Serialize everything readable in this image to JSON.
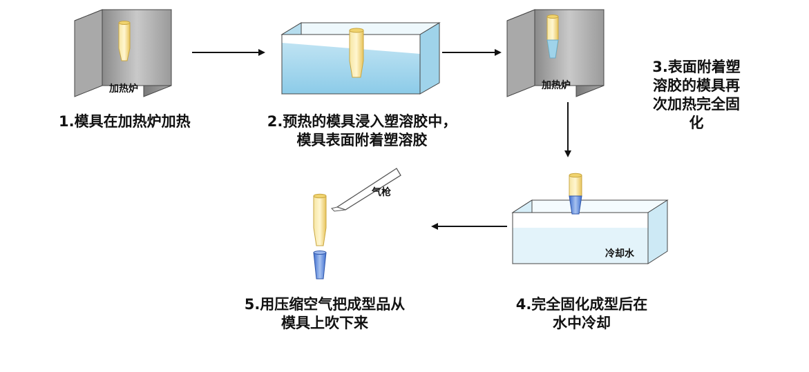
{
  "steps": [
    {
      "lines": [
        "1.模具在加热炉加热"
      ]
    },
    {
      "lines": [
        "2.预热的模具浸入塑溶胶中，",
        "模具表面附着塑溶胶"
      ]
    },
    {
      "lines": [
        "3.表面附着塑",
        "溶胶的模具再",
        "次加热完全固",
        "化"
      ]
    },
    {
      "lines": [
        "4.完全固化成型后在",
        "水中冷却"
      ]
    },
    {
      "lines": [
        "5.用压缩空气把成型品从",
        "模具上吹下来"
      ]
    }
  ],
  "box_labels": {
    "oven1": "加热炉",
    "oven2": "加热炉",
    "cooling_water": "冷却水",
    "air_gun": "气枪"
  },
  "colors": {
    "mold_yellow": "#f3d97a",
    "plastisol_blue": "#9fd3ea",
    "solid_blue": "#5f8fe0",
    "oven_gray": "#9a9a9a",
    "cooling_water": "#e3f3fa"
  }
}
